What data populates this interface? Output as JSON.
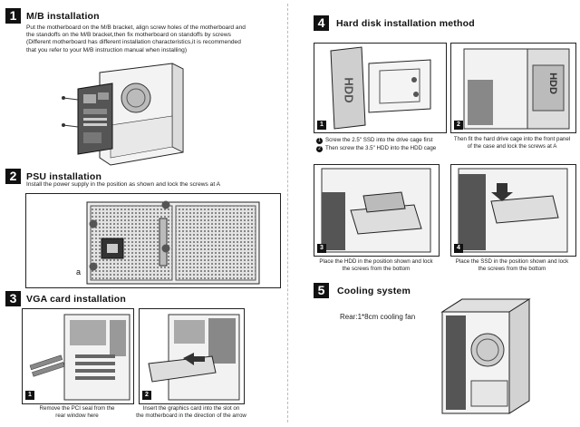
{
  "sections": {
    "mb": {
      "number": "1",
      "title": "M/B installation",
      "body_lines": [
        "Put the motherboard on the M/B bracket, align screw holes of the motherboard and",
        "the standoffs on the M/B bracket,then fix motherboard on standoffs by screws",
        "(Different motherboard has different installation characteristics,it is recommended",
        "that you refer to your M/B instruction manual when installing)"
      ]
    },
    "psu": {
      "number": "2",
      "title": "PSU installation",
      "body": "Install the power supply in the position as shown and lock the screws at A",
      "marker": "a"
    },
    "vga": {
      "number": "3",
      "title": "VGA card installation",
      "step1": {
        "tag": "1",
        "caption_lines": [
          "Remove the PCI seal from the",
          "rear window here"
        ]
      },
      "step2": {
        "tag": "2",
        "caption_lines": [
          "Insert the graphics card into the slot on",
          "the motherboard in the direction of the arrow"
        ]
      }
    },
    "hdd": {
      "number": "4",
      "title": "Hard disk installation method",
      "hdd_label": "HDD",
      "step1": {
        "tag": "1",
        "notes": [
          {
            "bullet": "1",
            "text": "Screw the 2.5\" SSD into the drive cage first"
          },
          {
            "bullet": "2",
            "text": "Then screw the 3.5\" HDD into the HDD cage"
          }
        ]
      },
      "step2": {
        "tag": "2",
        "caption_lines": [
          "Then fit the hard drive cage into the front panel",
          "of the case and lock the screws at A"
        ]
      },
      "step3": {
        "tag": "3",
        "caption_lines": [
          "Place the HDD in the position shown and lock",
          "the screws from the bottom"
        ]
      },
      "step4": {
        "tag": "4",
        "caption_lines": [
          "Place the SSD in the position shown and lock",
          "the screws from the bottom"
        ]
      }
    },
    "cooling": {
      "number": "5",
      "title": "Cooling system",
      "body": "Rear:1*8cm cooling fan"
    }
  }
}
